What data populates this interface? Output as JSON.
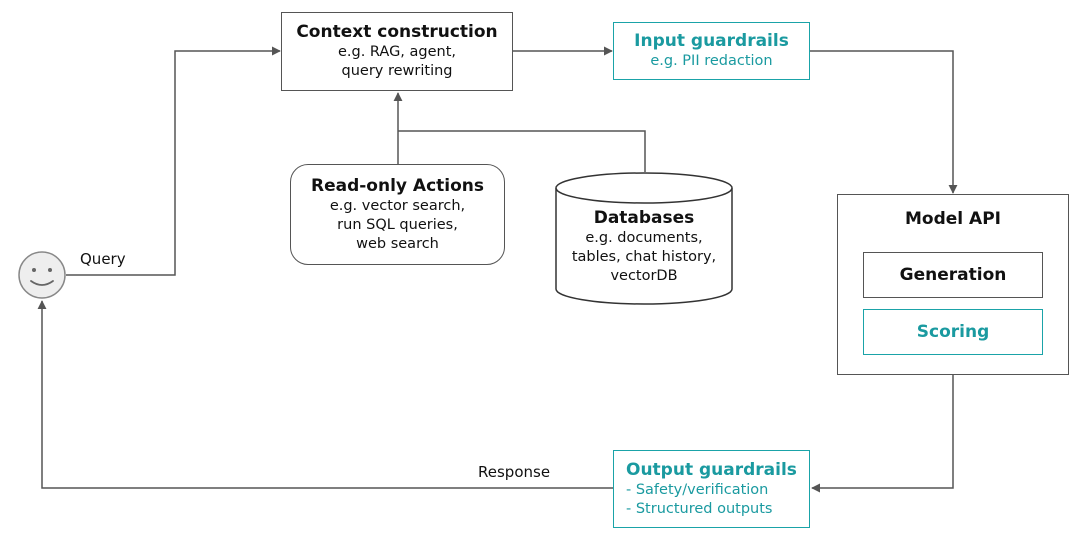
{
  "context": {
    "title": "Context construction",
    "lines": [
      "e.g. RAG, agent,",
      "query rewriting"
    ]
  },
  "input_guardrails": {
    "title": "Input guardrails",
    "lines": [
      "e.g. PII redaction"
    ]
  },
  "read_only_actions": {
    "title": "Read-only Actions",
    "lines": [
      "e.g. vector search,",
      "run SQL queries,",
      "web search"
    ]
  },
  "databases": {
    "title": "Databases",
    "lines": [
      "e.g. documents,",
      "tables, chat history,",
      "vectorDB"
    ]
  },
  "model_api": {
    "title": "Model API",
    "generation": "Generation",
    "scoring": "Scoring"
  },
  "output_guardrails": {
    "title": "Output guardrails",
    "lines": [
      "- Safety/verification",
      "- Structured outputs"
    ]
  },
  "edges": {
    "query": "Query",
    "response": "Response"
  },
  "colors": {
    "accent": "#1aa3a8",
    "stroke": "#555555"
  },
  "icons": {
    "user": "smiley-face-icon"
  }
}
